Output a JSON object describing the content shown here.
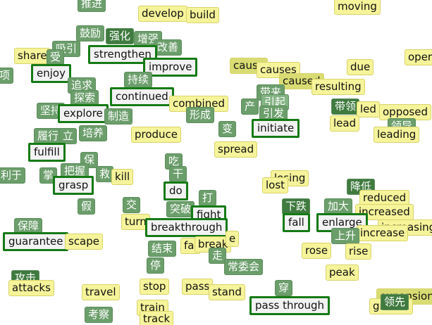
{
  "words": [
    {
      "id": "w-tuijin",
      "text": "推进",
      "style": "zh"
    },
    {
      "id": "w-develop",
      "text": "develop",
      "style": "en"
    },
    {
      "id": "w-build",
      "text": "build",
      "style": "en"
    },
    {
      "id": "w-moving",
      "text": "moving",
      "style": "en"
    },
    {
      "id": "w-guli",
      "text": "鼓励",
      "style": "zh"
    },
    {
      "id": "w-qianghua",
      "text": "强化",
      "style": "zh"
    },
    {
      "id": "w-zengqiang",
      "text": "增强",
      "style": "zh"
    },
    {
      "id": "w-gaishan",
      "text": "改善",
      "style": "zh"
    },
    {
      "id": "w-xiyin",
      "text": "吸引",
      "style": "zh"
    },
    {
      "id": "w-share",
      "text": "share",
      "style": "en"
    },
    {
      "id": "w-shou",
      "text": "受",
      "style": "zh"
    },
    {
      "id": "w-strengthen",
      "text": "strengthen",
      "style": "hl"
    },
    {
      "id": "w-improve",
      "text": "improve",
      "style": "hl"
    },
    {
      "id": "w-enjoy",
      "text": "enjoy",
      "style": "hl"
    },
    {
      "id": "w-xiang",
      "text": "项",
      "style": "zh"
    },
    {
      "id": "w-chixu",
      "text": "持续",
      "style": "zh"
    },
    {
      "id": "w-zhuiqiu",
      "text": "追求",
      "style": "zh"
    },
    {
      "id": "w-tansuo",
      "text": "探索",
      "style": "zh"
    },
    {
      "id": "w-continued",
      "text": "continued",
      "style": "hl"
    },
    {
      "id": "w-combined",
      "text": "combined",
      "style": "en"
    },
    {
      "id": "w-cause",
      "text": "cause",
      "style": "en"
    },
    {
      "id": "w-causes",
      "text": "causes",
      "style": "en"
    },
    {
      "id": "w-caused",
      "text": "caused",
      "style": "en"
    },
    {
      "id": "w-resulting",
      "text": "resulting",
      "style": "en"
    },
    {
      "id": "w-due",
      "text": "due",
      "style": "en"
    },
    {
      "id": "w-oper",
      "text": "oper",
      "style": "en"
    },
    {
      "id": "w-dailai",
      "text": "带来",
      "style": "zh"
    },
    {
      "id": "w-yinqi",
      "text": "引起",
      "style": "zh"
    },
    {
      "id": "w-chan",
      "text": "产",
      "style": "zh"
    },
    {
      "id": "w-yinfa",
      "text": "引发",
      "style": "zh"
    },
    {
      "id": "w-jianchi",
      "text": "坚持",
      "style": "zh"
    },
    {
      "id": "w-explore",
      "text": "explore",
      "style": "hl"
    },
    {
      "id": "w-zhizao",
      "text": "制造",
      "style": "zh"
    },
    {
      "id": "w-xingcheng",
      "text": "形成",
      "style": "zh"
    },
    {
      "id": "w-dailing",
      "text": "带领",
      "style": "zh"
    },
    {
      "id": "w-led",
      "text": "led",
      "style": "en"
    },
    {
      "id": "w-lead",
      "text": "lead",
      "style": "en"
    },
    {
      "id": "w-opposed",
      "text": "opposed",
      "style": "en"
    },
    {
      "id": "w-lingdao",
      "text": "领导",
      "style": "zh"
    },
    {
      "id": "w-leading",
      "text": "leading",
      "style": "en"
    },
    {
      "id": "w-lvxing",
      "text": "履行",
      "style": "zh"
    },
    {
      "id": "w-li",
      "text": "立",
      "style": "zh"
    },
    {
      "id": "w-peiyang",
      "text": "培养",
      "style": "zh"
    },
    {
      "id": "w-produce",
      "text": "produce",
      "style": "en"
    },
    {
      "id": "w-bian",
      "text": "变",
      "style": "zh"
    },
    {
      "id": "w-initiate",
      "text": "initiate",
      "style": "hl"
    },
    {
      "id": "w-spread",
      "text": "spread",
      "style": "en"
    },
    {
      "id": "w-fulfill",
      "text": "fulfill",
      "style": "hl"
    },
    {
      "id": "w-bao",
      "text": "保",
      "style": "zh"
    },
    {
      "id": "w-chi",
      "text": "吃",
      "style": "zh"
    },
    {
      "id": "w-gan",
      "text": "干",
      "style": "zh"
    },
    {
      "id": "w-liyu",
      "text": "利于",
      "style": "zh"
    },
    {
      "id": "w-zhang",
      "text": "掌",
      "style": "zh"
    },
    {
      "id": "w-bawo",
      "text": "把握",
      "style": "zh"
    },
    {
      "id": "w-jiu",
      "text": "救",
      "style": "zh"
    },
    {
      "id": "w-kill",
      "text": "kill",
      "style": "en"
    },
    {
      "id": "w-losing",
      "text": "losing",
      "style": "en"
    },
    {
      "id": "w-lost",
      "text": "lost",
      "style": "en"
    },
    {
      "id": "w-jiangdi",
      "text": "降低",
      "style": "zh"
    },
    {
      "id": "w-reduced",
      "text": "reduced",
      "style": "en"
    },
    {
      "id": "w-grasp",
      "text": "grasp",
      "style": "hl"
    },
    {
      "id": "w-do",
      "text": "do",
      "style": "hl"
    },
    {
      "id": "w-da",
      "text": "打",
      "style": "zh"
    },
    {
      "id": "w-xiadie",
      "text": "下跌",
      "style": "zh"
    },
    {
      "id": "w-jiada",
      "text": "加大",
      "style": "zh"
    },
    {
      "id": "w-increased",
      "text": "increased",
      "style": "en"
    },
    {
      "id": "w-jia",
      "text": "假",
      "style": "zh"
    },
    {
      "id": "w-jiao",
      "text": "交",
      "style": "zh"
    },
    {
      "id": "w-tupo",
      "text": "突破",
      "style": "zh"
    },
    {
      "id": "w-fight",
      "text": "fight",
      "style": "hl"
    },
    {
      "id": "w-fall",
      "text": "fall",
      "style": "hl"
    },
    {
      "id": "w-enlarge",
      "text": "enlarge",
      "style": "hl"
    },
    {
      "id": "w-increasing",
      "text": "increasing",
      "style": "en"
    },
    {
      "id": "w-increase",
      "text": "increase",
      "style": "en"
    },
    {
      "id": "w-baozhang",
      "text": "保障",
      "style": "zh"
    },
    {
      "id": "w-turn",
      "text": "turn",
      "style": "en"
    },
    {
      "id": "w-breakthrough",
      "text": "breakthrough",
      "style": "hl"
    },
    {
      "id": "w-shangsheng",
      "text": "上升",
      "style": "zh"
    },
    {
      "id": "w-guarantee",
      "text": "guarantee",
      "style": "hl"
    },
    {
      "id": "w-escape",
      "text": "scape",
      "style": "en"
    },
    {
      "id": "w-fall2",
      "text": "fal",
      "style": "en"
    },
    {
      "id": "w-break",
      "text": "break",
      "style": "en"
    },
    {
      "id": "w-e",
      "text": "e",
      "style": "en"
    },
    {
      "id": "w-rose",
      "text": "rose",
      "style": "en"
    },
    {
      "id": "w-rise",
      "text": "rise",
      "style": "en"
    },
    {
      "id": "w-jieshu",
      "text": "结束",
      "style": "zh"
    },
    {
      "id": "w-zou",
      "text": "走",
      "style": "zh"
    },
    {
      "id": "w-ting",
      "text": "停",
      "style": "zh"
    },
    {
      "id": "w-chang",
      "text": "常委会",
      "style": "zh"
    },
    {
      "id": "w-peak",
      "text": "peak",
      "style": "en"
    },
    {
      "id": "w-gongji",
      "text": "攻击",
      "style": "zh"
    },
    {
      "id": "w-attacks",
      "text": "attacks",
      "style": "en"
    },
    {
      "id": "w-travel",
      "text": "travel",
      "style": "en"
    },
    {
      "id": "w-stop",
      "text": "stop",
      "style": "en"
    },
    {
      "id": "w-pass",
      "text": "pass",
      "style": "en"
    },
    {
      "id": "w-stand",
      "text": "stand",
      "style": "en"
    },
    {
      "id": "w-chuan",
      "text": "穿",
      "style": "zh"
    },
    {
      "id": "w-expansion",
      "text": "expansion",
      "style": "en"
    },
    {
      "id": "w-growth",
      "text": "growth",
      "style": "en"
    },
    {
      "id": "w-lingxian",
      "text": "领先",
      "style": "zh"
    },
    {
      "id": "w-train",
      "text": "train",
      "style": "en"
    },
    {
      "id": "w-track",
      "text": "track",
      "style": "en"
    },
    {
      "id": "w-kaocha",
      "text": "考察",
      "style": "zh"
    },
    {
      "id": "w-passthrough",
      "text": "pass through",
      "style": "hl"
    }
  ]
}
